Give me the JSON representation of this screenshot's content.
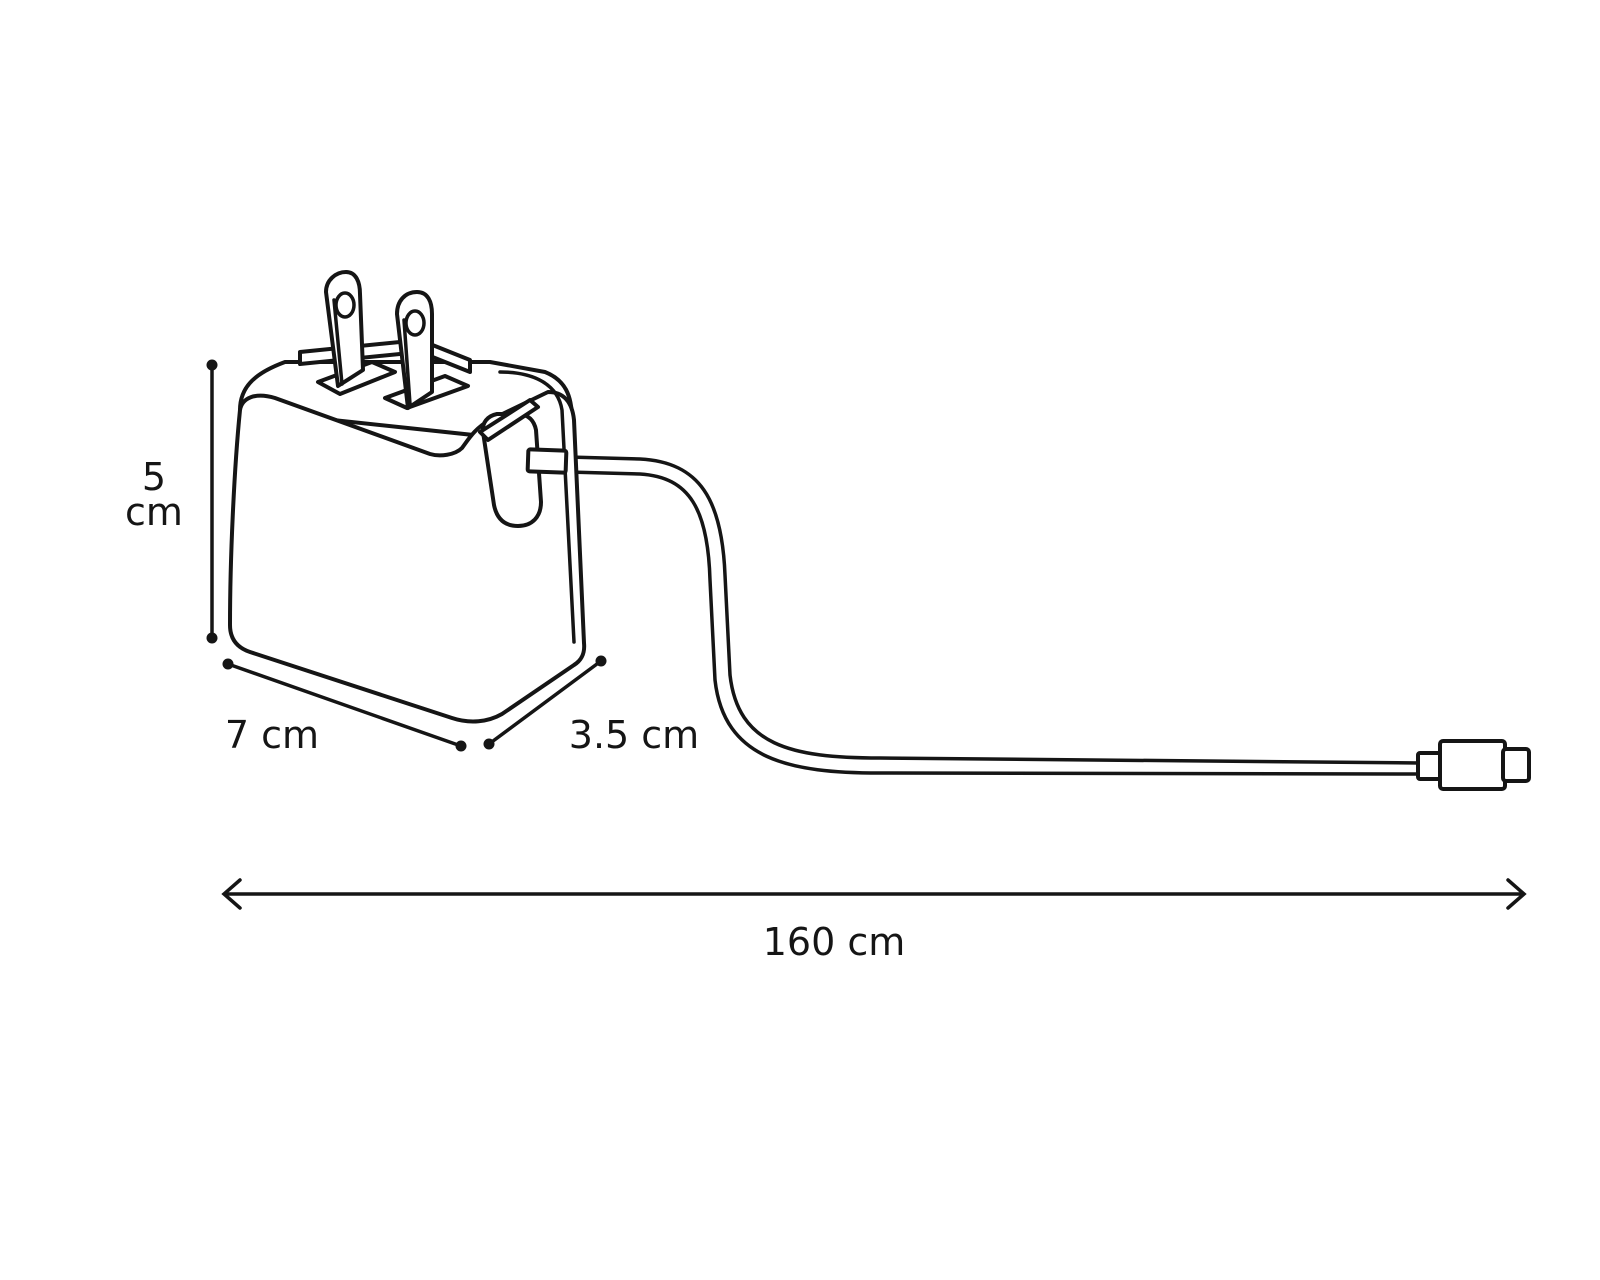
{
  "colors": {
    "stroke": "#151515",
    "background": "#ffffff"
  },
  "dimensions": {
    "height_label": {
      "line1": "5",
      "line2": "cm"
    },
    "width_label": "7 cm",
    "depth_label": "3.5 cm",
    "cable_label": "160 cm"
  }
}
